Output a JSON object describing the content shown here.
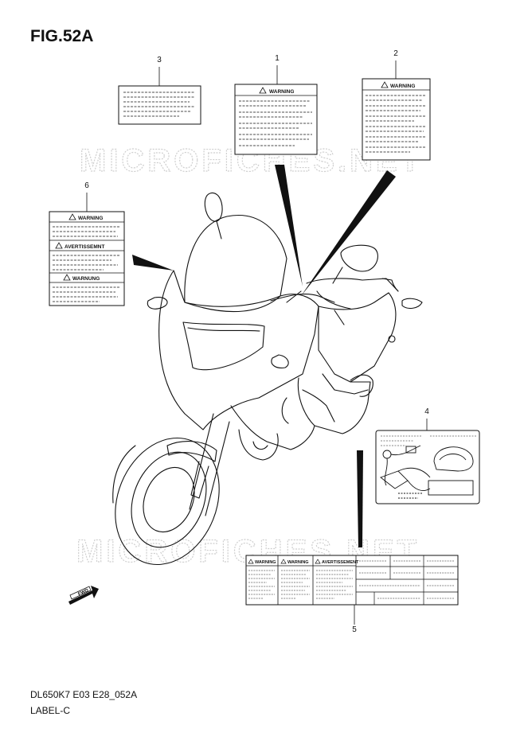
{
  "figure": {
    "title": "FIG.52A"
  },
  "footer": {
    "model_code": "DL650K7 E03 E28_052A",
    "section_name": "LABEL-C"
  },
  "watermark": {
    "text": "MICROFICHES.NET"
  },
  "callouts": [
    "1",
    "2",
    "3",
    "4",
    "5",
    "6"
  ],
  "labels": {
    "label_1": {
      "heading": "WARNING"
    },
    "label_2": {
      "heading": "WARNING"
    },
    "label_5": {
      "headings": [
        "WARNING",
        "WARNING",
        "AVERTISSEMENT"
      ]
    },
    "label_6": {
      "headings": [
        "WARNING",
        "AVERTISSEMNT",
        "WARNUNG"
      ]
    }
  },
  "direction_badge": {
    "text": "FWD"
  },
  "colors": {
    "line": "#111111",
    "watermark": "#cfcfcf"
  }
}
